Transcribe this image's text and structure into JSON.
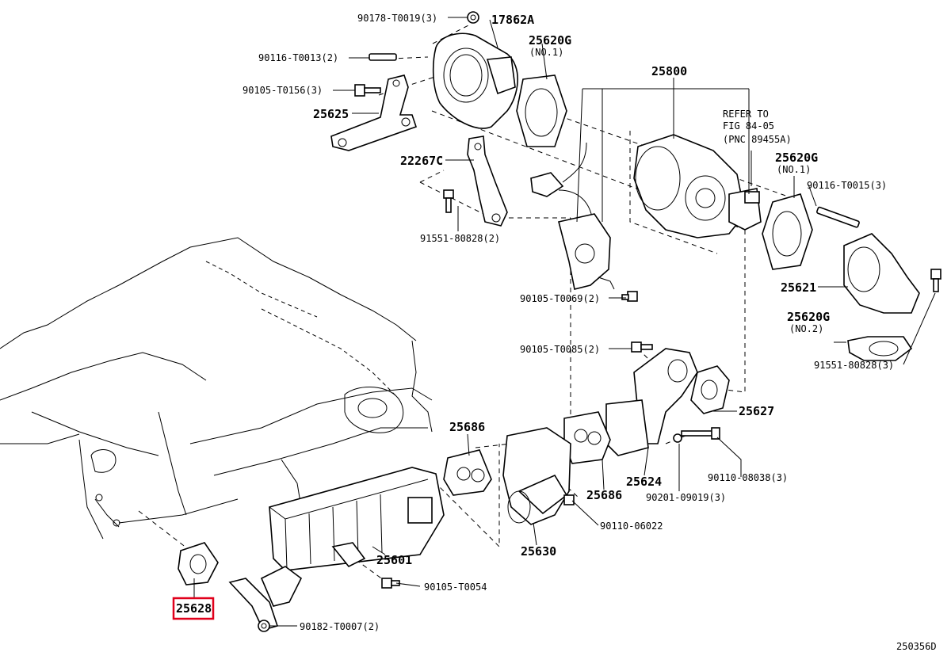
{
  "diagram_id": "250356D",
  "highlight_color": "#e0001b",
  "labels": {
    "p90178": "90178-T0019(3)",
    "p17862A": "17862A",
    "p25620G_1a": "25620G",
    "no1_a": "(NO.1)",
    "p90116_t0013": "90116-T0013(2)",
    "p90105_t0156": "90105-T0156(3)",
    "p25800": "25800",
    "p25625": "25625",
    "refer1": "REFER TO",
    "refer2": "FIG 84-05",
    "refer3": "(PNC 89455A)",
    "p25620G_1b": "25620G",
    "no1_b": "(NO.1)",
    "p90116_t0015": "90116-T0015(3)",
    "p22267C": "22267C",
    "p91551_80828_a": "91551-80828(2)",
    "p25621": "25621",
    "p90105_t0069": "90105-T0069(2)",
    "p25620G_2": "25620G",
    "no2": "(NO.2)",
    "p90105_t0085": "90105-T0085(2)",
    "p91551_80828_b": "91551-80828(3)",
    "p25627": "25627",
    "p25686_a": "25686",
    "p90110_08038": "90110-08038(3)",
    "p25624": "25624",
    "p25686_b": "25686",
    "p90201_09019": "90201-09019(3)",
    "p90110_06022": "90110-06022",
    "p25630": "25630",
    "p25601": "25601",
    "p90105_t0054": "90105-T0054",
    "p25628": "25628",
    "p90182_t0007": "90182-T0007(2)"
  }
}
